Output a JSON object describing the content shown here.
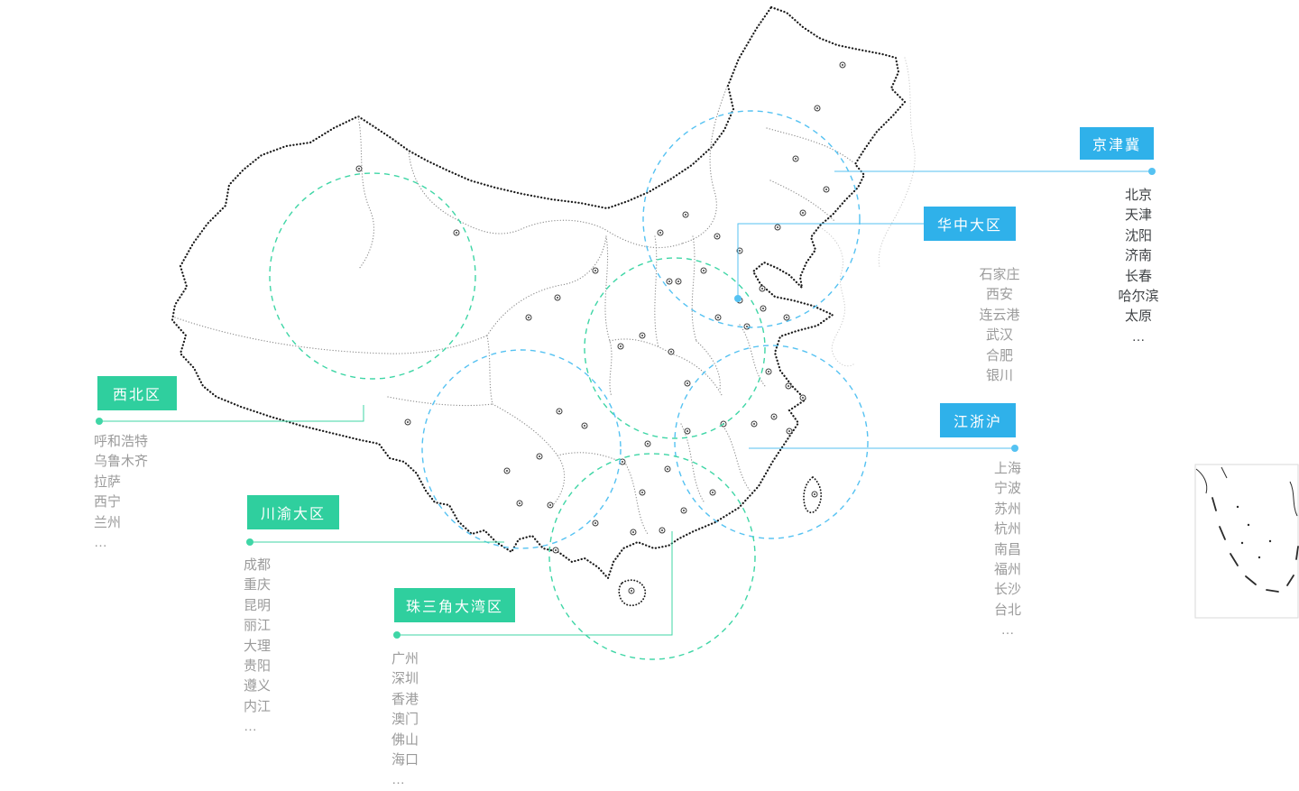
{
  "colors": {
    "blue": "#2FB1EA",
    "blue_line": "#55C2F2",
    "green": "#2FCF9E",
    "green_line": "#3FD6A6",
    "map_outline": "#1A1A1A",
    "map_detail": "#8F8F8F",
    "city_text": "#9B9B9B",
    "city_text_dark": "#3F4245"
  },
  "icons": {
    "city_marker": "small target circle on map",
    "anchor_dot": "filled leader-line endpoint dot"
  },
  "regions": [
    {
      "id": "jingjinji",
      "label": "京津冀",
      "color": "blue",
      "cities": [
        "北京",
        "天津",
        "沈阳",
        "济南",
        "长春",
        "哈尔滨",
        "太原",
        "…"
      ]
    },
    {
      "id": "huazhong",
      "label": "华中大区",
      "color": "blue",
      "cities": [
        "石家庄",
        "西安",
        "连云港",
        "武汉",
        "合肥",
        "银川"
      ]
    },
    {
      "id": "jiangzhehu",
      "label": "江浙沪",
      "color": "blue",
      "cities": [
        "上海",
        "宁波",
        "苏州",
        "杭州",
        "南昌",
        "福州",
        "长沙",
        "台北",
        "…"
      ]
    },
    {
      "id": "xibei",
      "label": "西北区",
      "color": "green",
      "cities": [
        "呼和浩特",
        "乌鲁木齐",
        "拉萨",
        "西宁",
        "兰州",
        "…"
      ]
    },
    {
      "id": "chuanyu",
      "label": "川渝大区",
      "color": "green",
      "cities": [
        "成都",
        "重庆",
        "昆明",
        "丽江",
        "大理",
        "贵阳",
        "遵义",
        "内江",
        "…"
      ]
    },
    {
      "id": "zhusanjiao",
      "label": "珠三角大湾区",
      "color": "green",
      "cities": [
        "广州",
        "深圳",
        "香港",
        "澳门",
        "佛山",
        "海口",
        "…"
      ]
    }
  ]
}
